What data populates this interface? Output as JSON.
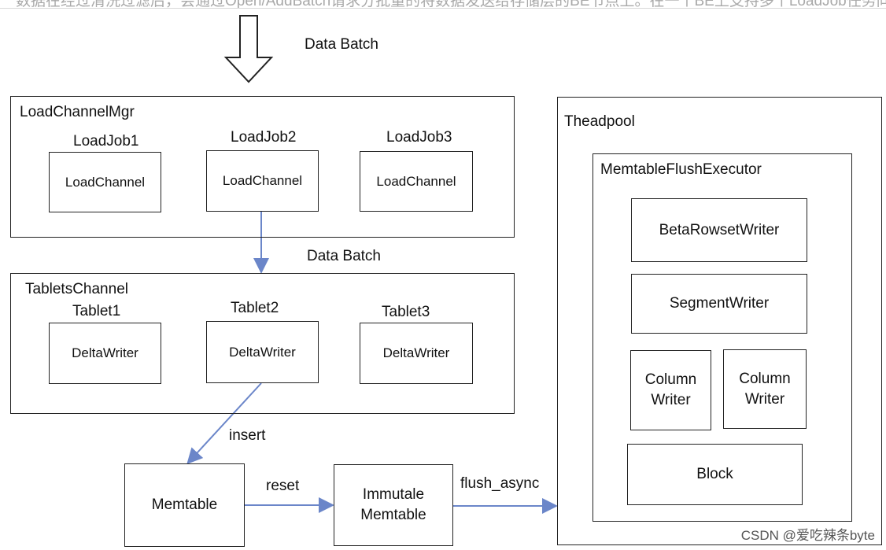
{
  "header_text": "数据在经过清洗过滤后，会通过Open/AddBatch请求分批量的将数据发送给存储层的BE节点上。在一个BE上支持多个LoadJob任务同时",
  "top_label": "Data Batch",
  "load_channel_mgr": {
    "title": "LoadChannelMgr",
    "jobs": [
      {
        "name": "LoadJob1",
        "channel": "LoadChannel"
      },
      {
        "name": "LoadJob2",
        "channel": "LoadChannel"
      },
      {
        "name": "LoadJob3",
        "channel": "LoadChannel"
      }
    ]
  },
  "mid_label": "Data Batch",
  "tablets_channel": {
    "title": "TabletsChannel",
    "tablets": [
      {
        "name": "Tablet1",
        "writer": "DeltaWriter"
      },
      {
        "name": "Tablet2",
        "writer": "DeltaWriter"
      },
      {
        "name": "Tablet3",
        "writer": "DeltaWriter"
      }
    ]
  },
  "insert_label": "insert",
  "memtable": "Memtable",
  "reset_label": "reset",
  "immutable": {
    "line1": "Immutale",
    "line2": "Memtable"
  },
  "flush_label": "flush_async",
  "threadpool": {
    "title": "Theadpool",
    "executor": {
      "title": "MemtableFlushExecutor",
      "beta_rowset_writer": "BetaRowsetWriter",
      "segment_writer": "SegmentWriter",
      "column_writer_1": {
        "line1": "Column",
        "line2": "Writer"
      },
      "column_writer_2": {
        "line1": "Column",
        "line2": "Writer"
      },
      "block": "Block"
    }
  },
  "watermark": "CSDN @爱吃辣条byte",
  "colors": {
    "arrow": "#6b86c9",
    "border": "#222222",
    "header_text": "#a9a9a9"
  }
}
